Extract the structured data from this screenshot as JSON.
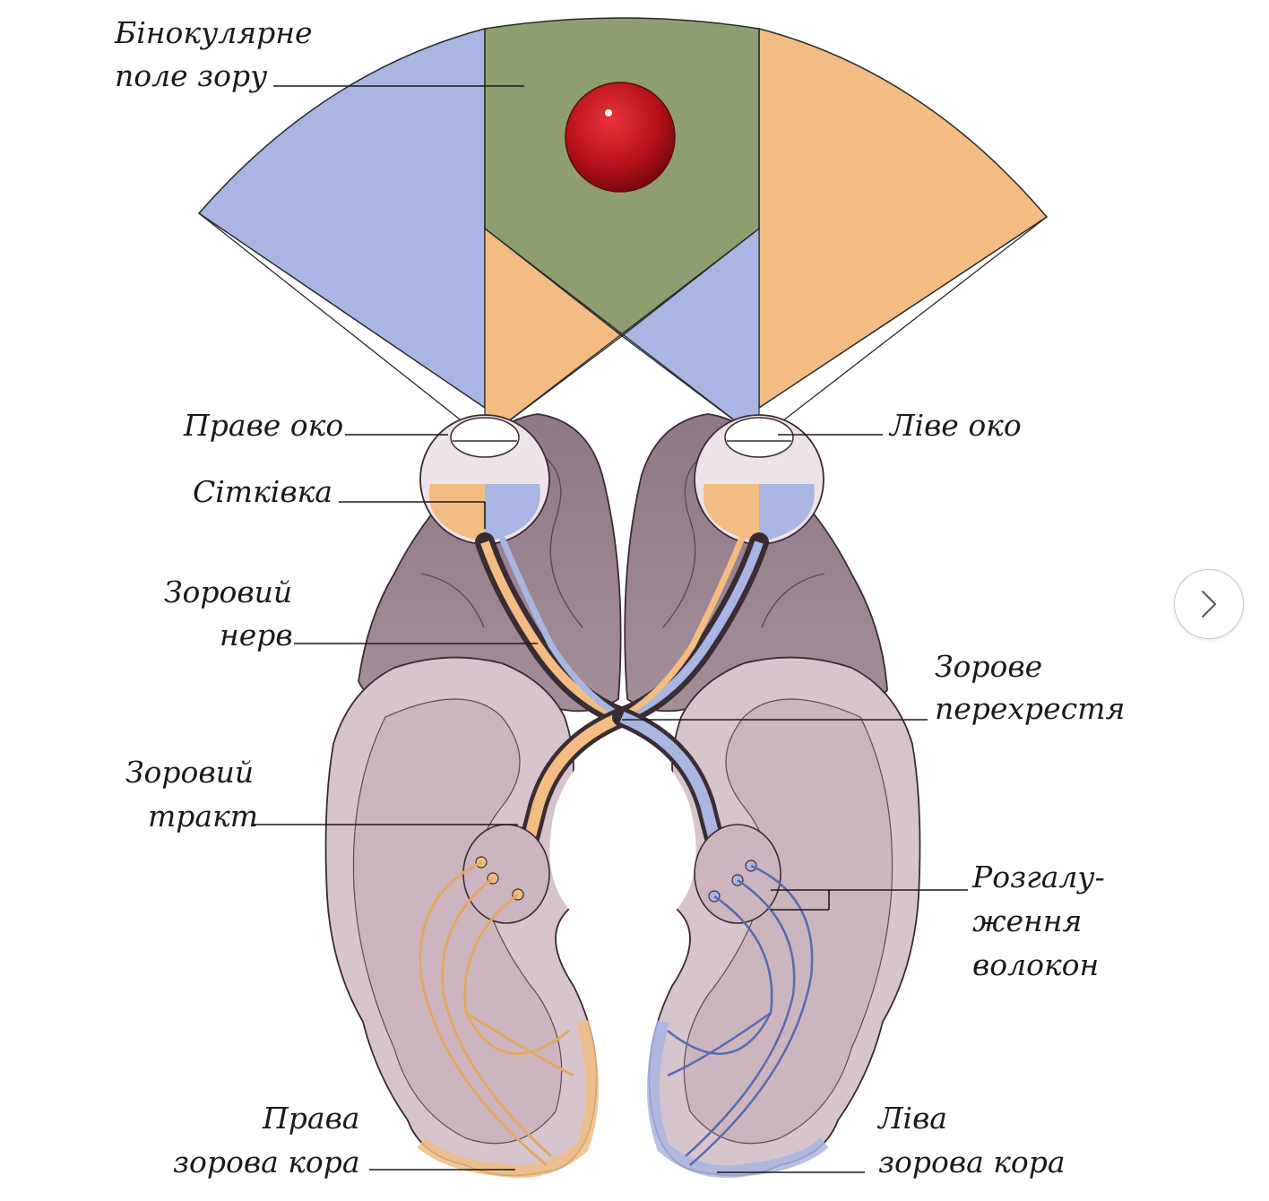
{
  "labels": {
    "binocular_line1": "Бінокулярне",
    "binocular_line2": "поле зору",
    "right_eye": "Праве око",
    "left_eye": "Ліве око",
    "retina": "Сітківка",
    "optic_nerve_line1": "Зоровий",
    "optic_nerve_line2": "нерв",
    "chiasm_line1": "Зорове",
    "chiasm_line2": "перехрестя",
    "optic_tract_line1": "Зоровий",
    "optic_tract_line2": "тракт",
    "branching_line1": "Розгалу-",
    "branching_line2": "ження",
    "branching_line3": "волокон",
    "right_cortex_line1": "Права",
    "right_cortex_line2": "зорова кора",
    "left_cortex_line1": "Ліва",
    "left_cortex_line2": "зорова кора"
  },
  "colors": {
    "left_field_blue": "#a9b5e2",
    "binocular_green": "#8e9e70",
    "right_field_orange": "#f2bc82",
    "target_red": "#c8101a",
    "brain_mauve": "#9a8490",
    "cortex_pink": "#d8c4cc"
  },
  "icons": {
    "next": "chevron-right-icon"
  }
}
